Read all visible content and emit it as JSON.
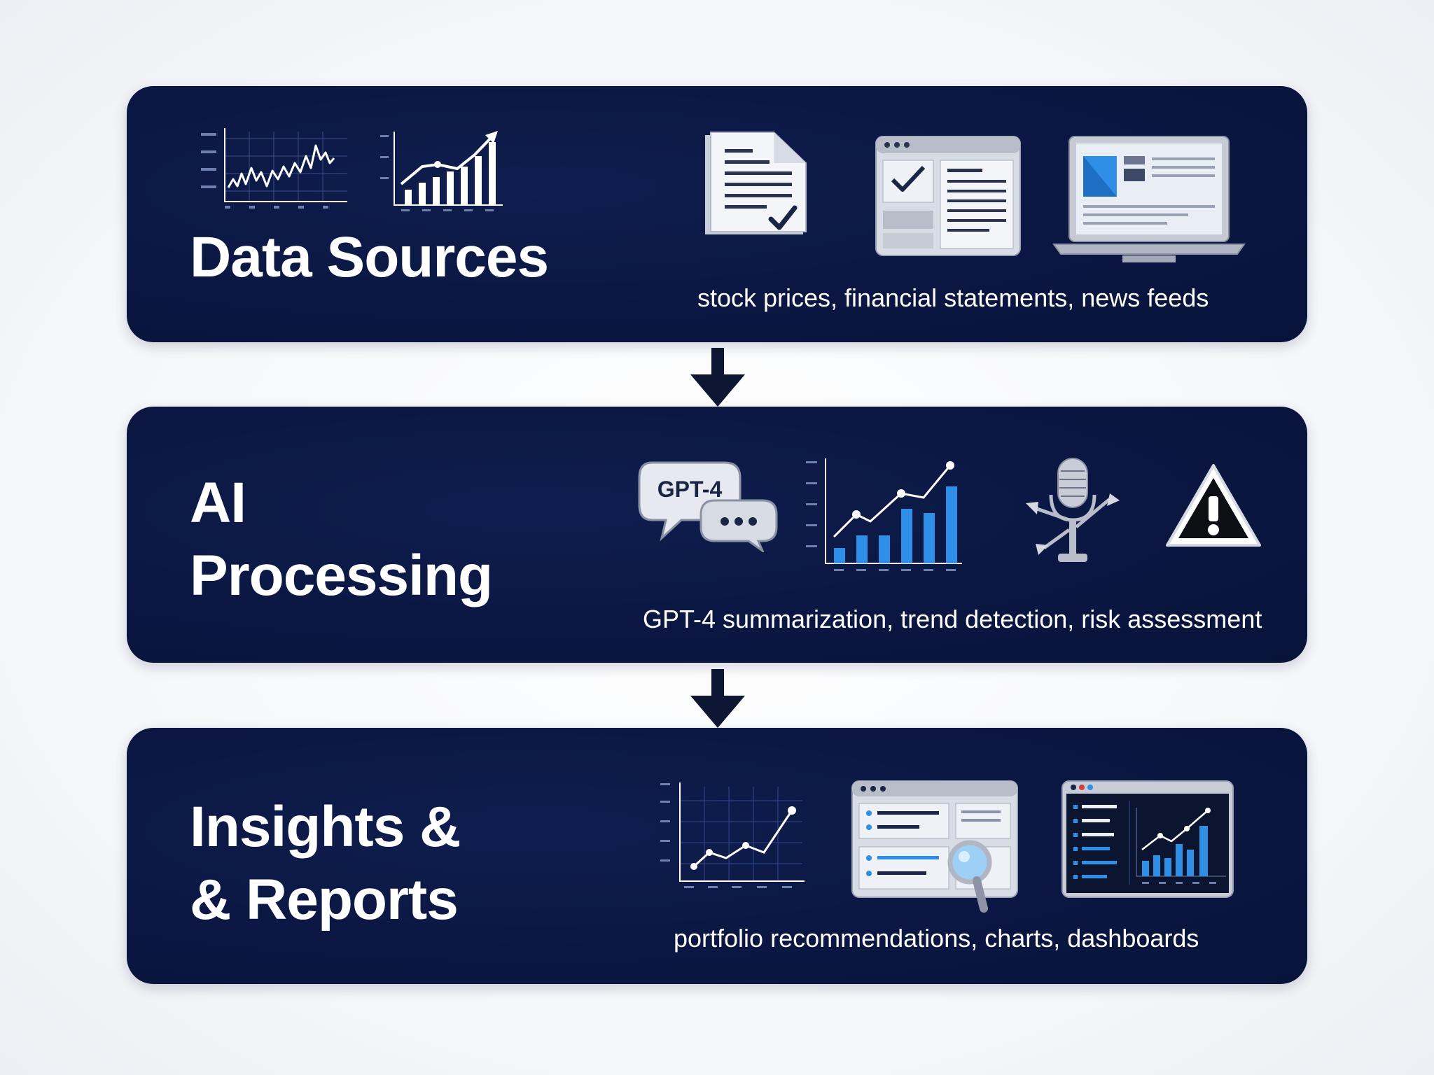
{
  "stages": [
    {
      "title_lines": [
        "Data Sources"
      ],
      "caption": "stock prices, financial statements, news feeds",
      "icons": [
        "line-chart-icon",
        "bar-chart-up-icon",
        "document-check-icon",
        "browser-window-icon",
        "laptop-icon"
      ]
    },
    {
      "title_lines": [
        "AI",
        "Processing"
      ],
      "caption": "GPT-4 summarization, trend detection, risk assessment",
      "bubble_label": "GPT-4",
      "icons": [
        "chat-bubbles-icon",
        "trend-bar-chart-icon",
        "microphone-icon",
        "warning-icon"
      ]
    },
    {
      "title_lines": [
        "Insights &",
        "& Reports"
      ],
      "caption": "portfolio recommendations, charts, dashboards",
      "icons": [
        "line-chart-icon",
        "report-search-icon",
        "dashboard-icon"
      ]
    }
  ],
  "colors": {
    "panel": "#0b1742",
    "accent_blue": "#2f8fe6",
    "text": "#ffffff",
    "arrow": "#0d1733"
  }
}
